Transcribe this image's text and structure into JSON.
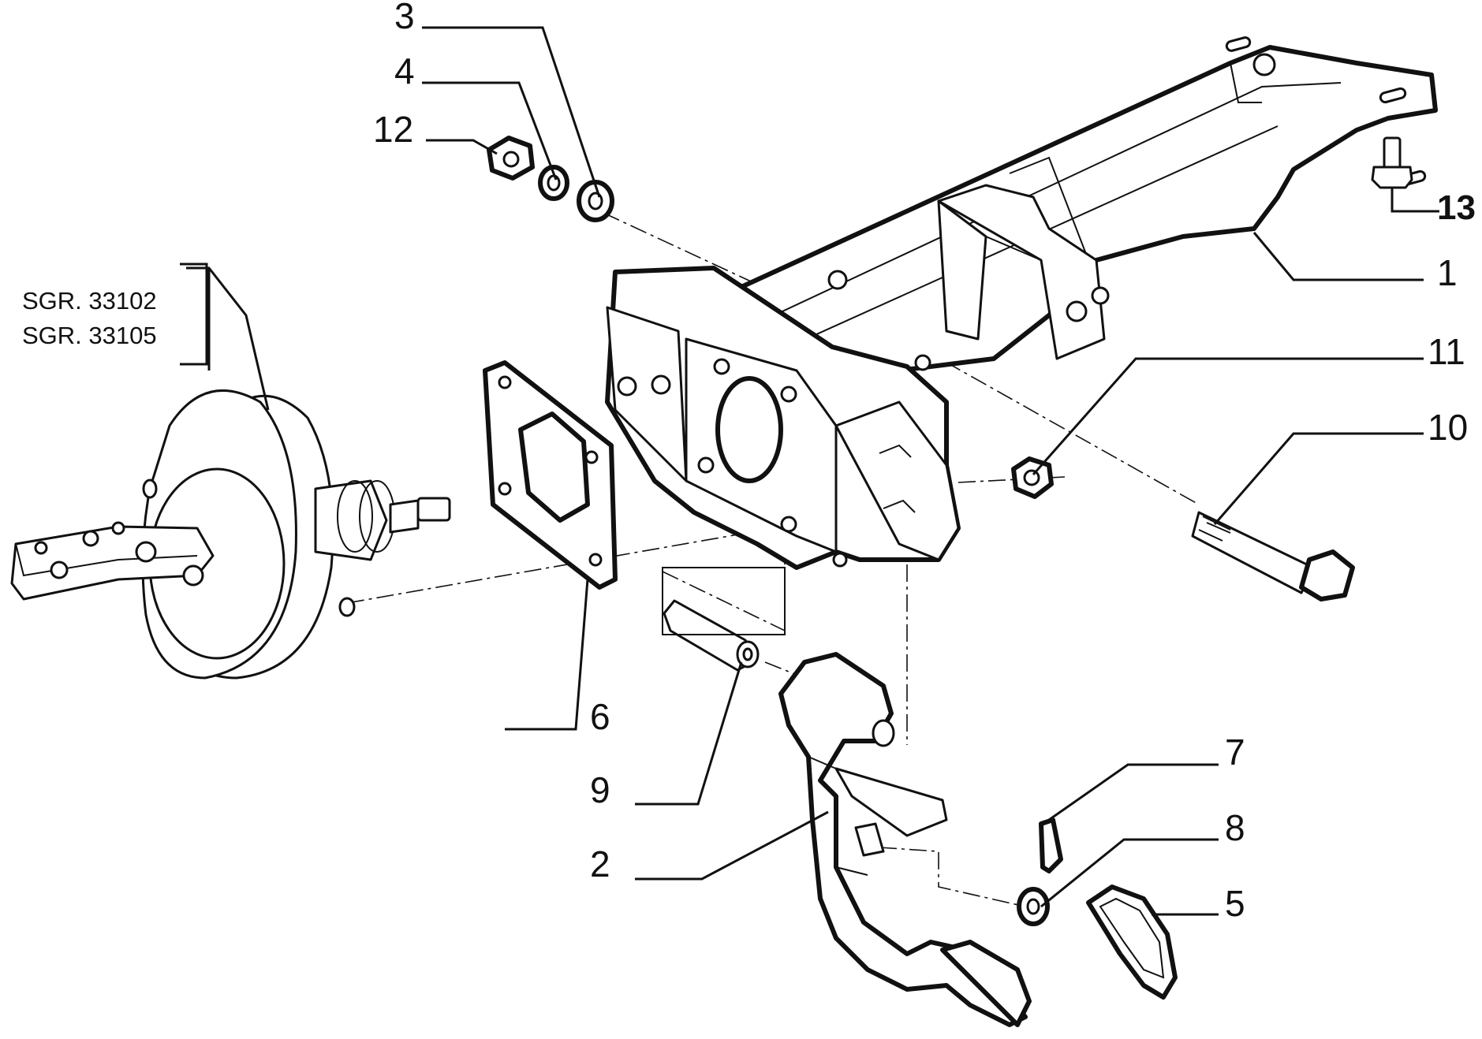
{
  "callouts": {
    "c1": "1",
    "c2": "2",
    "c3": "3",
    "c4": "4",
    "c5": "5",
    "c6": "6",
    "c7": "7",
    "c8": "8",
    "c9": "9",
    "c10": "10",
    "c11": "11",
    "c12": "12",
    "c13": "13"
  },
  "references": {
    "line1": "SGR. 33102",
    "line2": "SGR. 33105"
  }
}
